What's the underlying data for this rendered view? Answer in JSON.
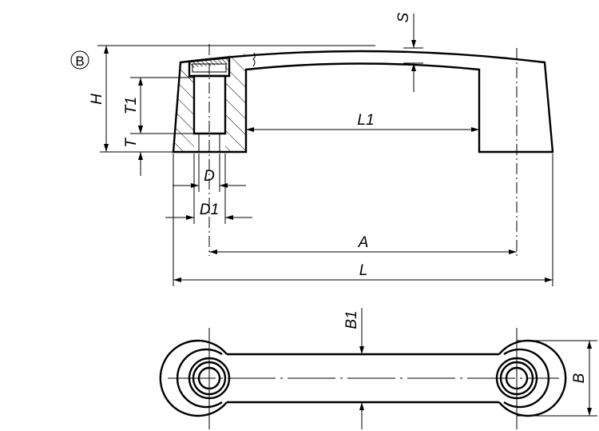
{
  "view_label": "B",
  "dimensions": {
    "H": "H",
    "T1": "T1",
    "T": "T",
    "S": "S",
    "L1": "L1",
    "D": "D",
    "D1": "D1",
    "A": "A",
    "L": "L",
    "B1": "B1",
    "B": "B"
  },
  "colors": {
    "line": "#000000",
    "background": "#ffffff"
  }
}
